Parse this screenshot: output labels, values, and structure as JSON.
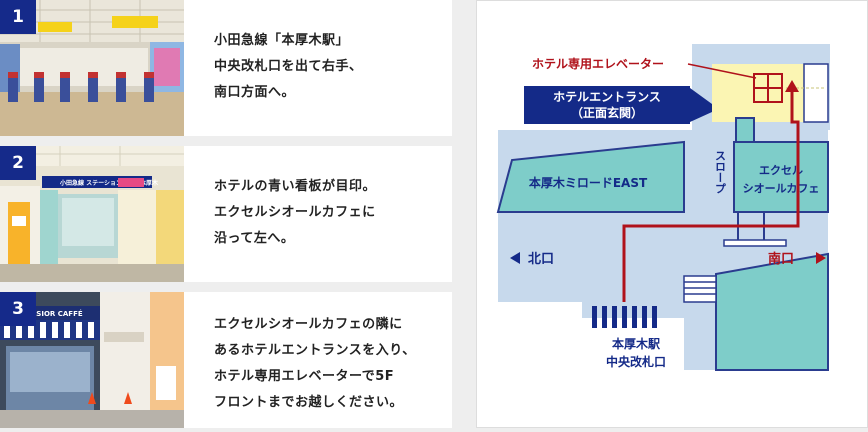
{
  "steps": [
    {
      "number": "1",
      "lines": [
        "小田急線「本厚木駅」",
        "中央改札口を出て右手、",
        "南口方面へ。"
      ]
    },
    {
      "number": "2",
      "lines": [
        "ホテルの青い看板が目印。",
        "エクセルシオールカフェに",
        "沿って左へ。"
      ]
    },
    {
      "number": "3",
      "lines": [
        "エクセルシオールカフェの隣に",
        "あるホテルエントランスを入り、",
        "ホテル専用エレベーターで5F",
        "フロントまでお越しください。"
      ]
    }
  ],
  "photos": {
    "step2_sign_text": "小田急線 ステーションホテル本厚木",
    "step3_awning_text": "EXCELSIOR CAFFÉ"
  },
  "map": {
    "elevator_label": "ホテル専用エレベーター",
    "entrance_line1": "ホテルエントランス",
    "entrance_line2": "（正面玄関）",
    "mall_label": "本厚木ミロードEAST",
    "slope_label": "スロープ",
    "cafe_line1": "エクセル",
    "cafe_line2": "シオールカフェ",
    "north_exit": "北口",
    "south_exit": "南口",
    "gate_line1": "本厚木駅",
    "gate_line2": "中央改札口"
  },
  "colors": {
    "navy": "#152a8a",
    "route_red": "#b0121b",
    "building_teal": "#7ecdc9",
    "ground_blue": "#c7d9ec",
    "hotel_yellow": "#fbf5b3"
  }
}
